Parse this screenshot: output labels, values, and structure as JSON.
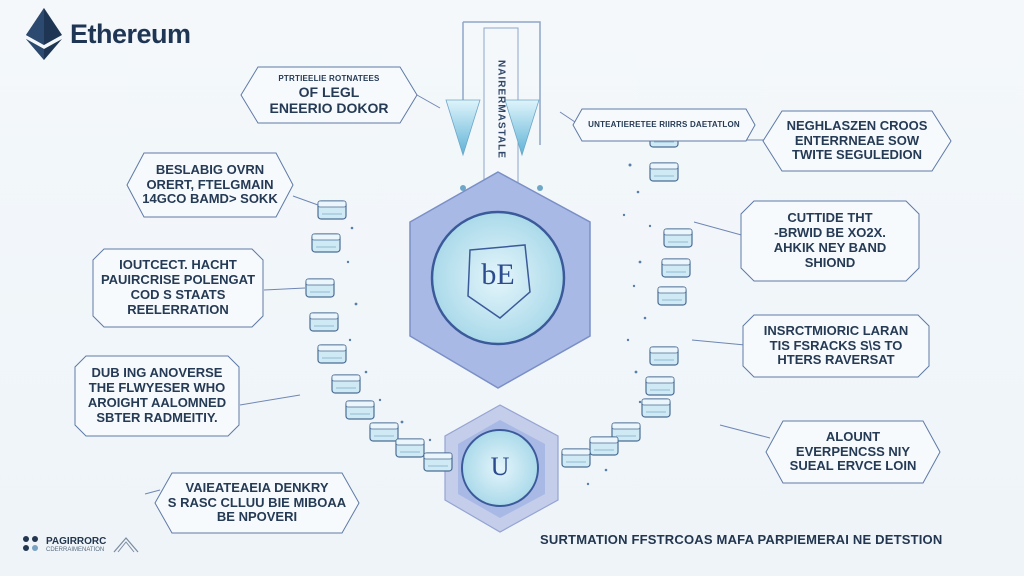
{
  "brand": {
    "name": "Ethereum",
    "logo_icon": "ethereum-diamond-icon",
    "accent": "#1e3553"
  },
  "diagram": {
    "core_label": "bE",
    "lower_core_label": "U",
    "vertical_stem_text": "NAIRERMASTALE",
    "core_fill": "#a9b9e6",
    "node_fill": "#bfe3ef",
    "line_color": "#6f86b4"
  },
  "labels": {
    "top_left_small": "PTRTIEELIE ROTNATEES",
    "top_left_line1": "OF LEGL",
    "top_left_line2": "ENEERIO DOKOR",
    "top_right_small": "UNTEATIERETEE RIIRRS DAETATLON",
    "right1_line1": "NEGHLASZEN CROOS",
    "right1_line2": "ENTERRNEAE SOW",
    "right1_line3": "TWITE SEGULEDION",
    "left1_line1": "BESLABIG OVRN",
    "left1_line2": "ORERT, FTELGMAIN",
    "left1_line3": "14GCO BAMD> SOKK",
    "right2_line1": "CUTTIDE THT",
    "right2_line2": "-BRWID BE XO2X.",
    "right2_line3": "AHKIK NEY BAND",
    "right2_line4": "SHIOND",
    "left2_line1": "IOUTCECT. HACHT",
    "left2_line2": "PAUIRCRISE POLENGAT",
    "left2_line3": "COD S STAATS",
    "left2_line4": "REELERRATION",
    "right3_line1": "INSRCTMIORIC LARAN",
    "right3_line2": "TIS FSRACKS S\\S TO",
    "right3_line3": "HTERS RAVERSAT",
    "left3_line1": "DUB ING ANOVERSE",
    "left3_line2": "THE FLWYESER WHO",
    "left3_line3": "AROIGHT AALOMNED",
    "left3_line4": "SBTER RADMEITIY.",
    "right4_line1": "ALOUNT",
    "right4_line2": "EVERPENCSS NIY",
    "right4_line3": "SUEAL ERVCE LOIN",
    "bottom_left_line1": "VAIEATEAEIA DENKRY",
    "bottom_left_line2": "S RASC CLLUU BIE MIBOAA",
    "bottom_left_line3": "BE NPOVERI"
  },
  "footer": {
    "caption": "SURTMATION FFSTRCOAS MAFA PARPIEMERAI NE DETSTION",
    "logo_text": "PAGIRRORC",
    "logo_subtext": "CDERRAIMENATION"
  }
}
